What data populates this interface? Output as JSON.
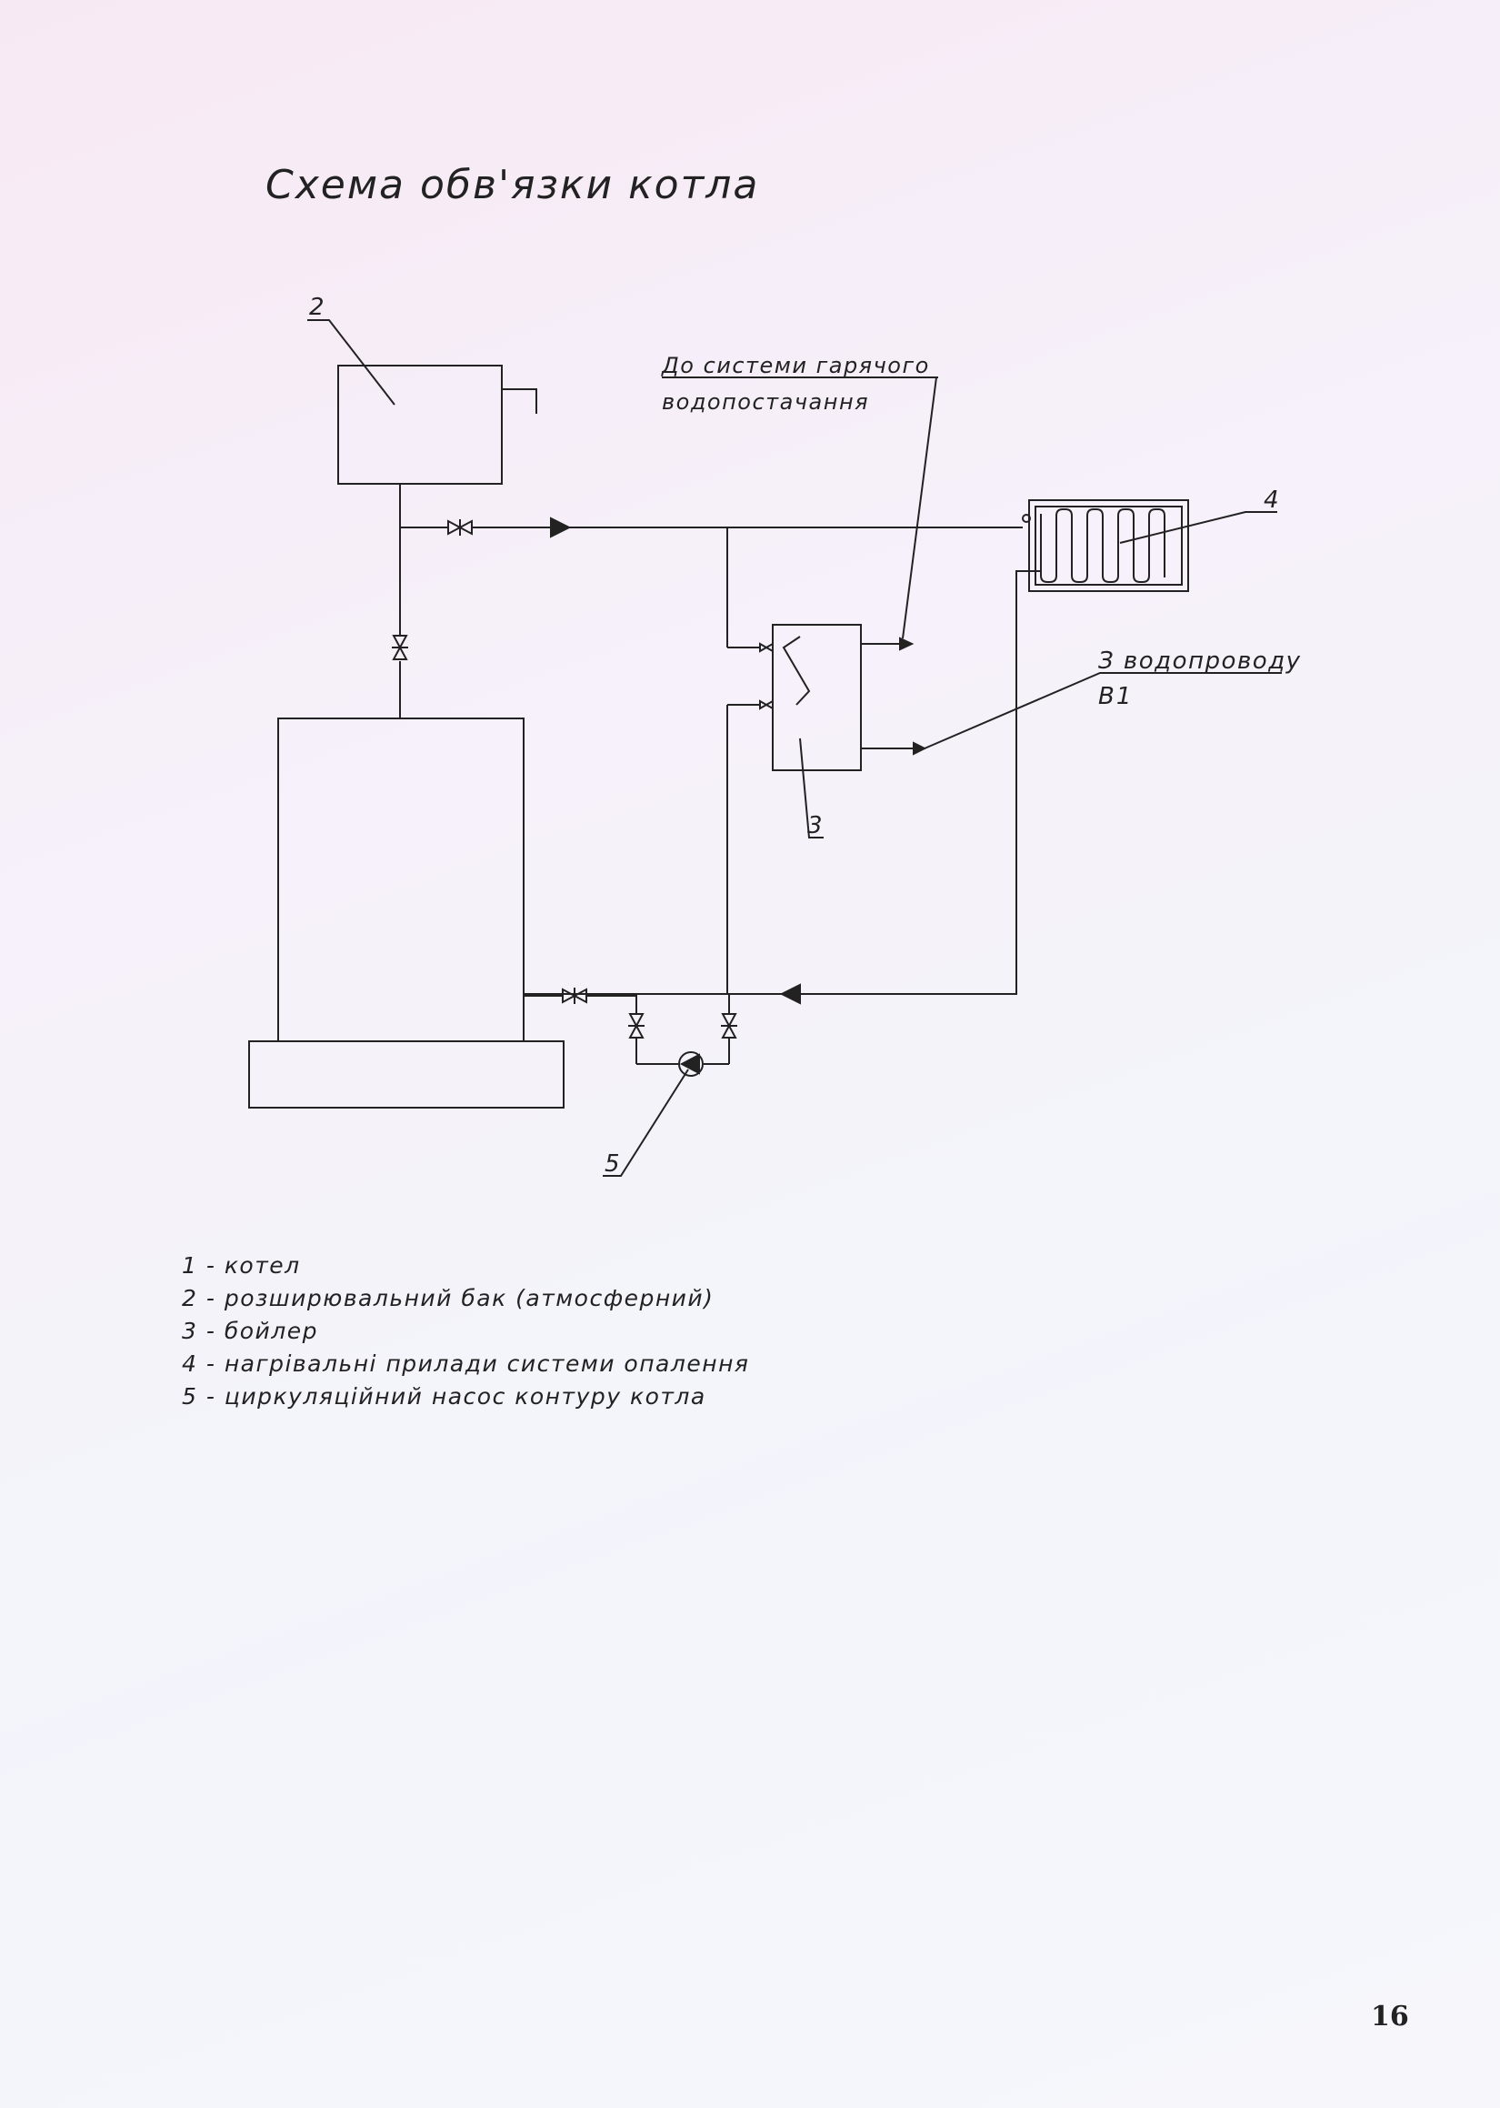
{
  "page": {
    "title": "Схема обв'язки котла",
    "page_number": "16"
  },
  "diagram": {
    "callouts": {
      "tank": "2",
      "radiator": "4",
      "boiler_heater": "3",
      "pump": "5"
    },
    "labels": {
      "hot_water_line1": "До системи гарячого",
      "hot_water_line2": "водопостачання",
      "water_main_line1": "З водопроводу",
      "water_main_line2": "В1"
    }
  },
  "legend": [
    "1 - котел",
    "2 - розширювальний бак (атмосферний)",
    "3 - бойлер",
    "4 - нагрівальні прилади системи опалення",
    "5 - циркуляційний насос контуру котла"
  ],
  "colors": {
    "line": "#222222",
    "background_top": "#f7e9f4",
    "background_bottom": "#f6f6fb"
  }
}
